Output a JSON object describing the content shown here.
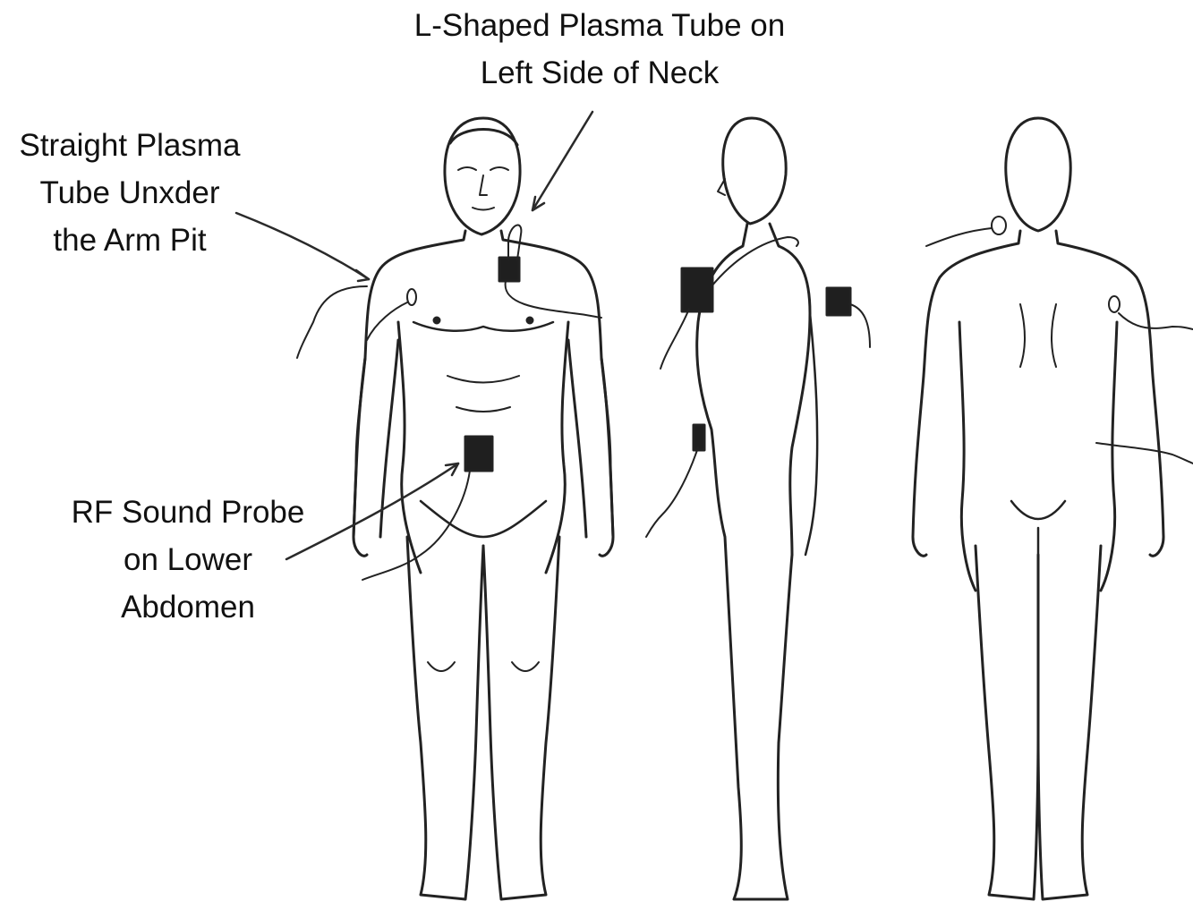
{
  "labels": {
    "neck": {
      "line1": "L-Shaped Plasma Tube on",
      "line2": "Left Side of Neck"
    },
    "armpit": {
      "line1": "Straight Plasma",
      "line2": "Tube Unxder",
      "line3": "the Arm Pit"
    },
    "abdomen": {
      "line1": "RF Sound Probe",
      "line2": "on Lower",
      "line3": "Abdomen"
    }
  },
  "colors": {
    "ink": "#111111",
    "pad": "#1f1f1f",
    "background": "#ffffff"
  }
}
